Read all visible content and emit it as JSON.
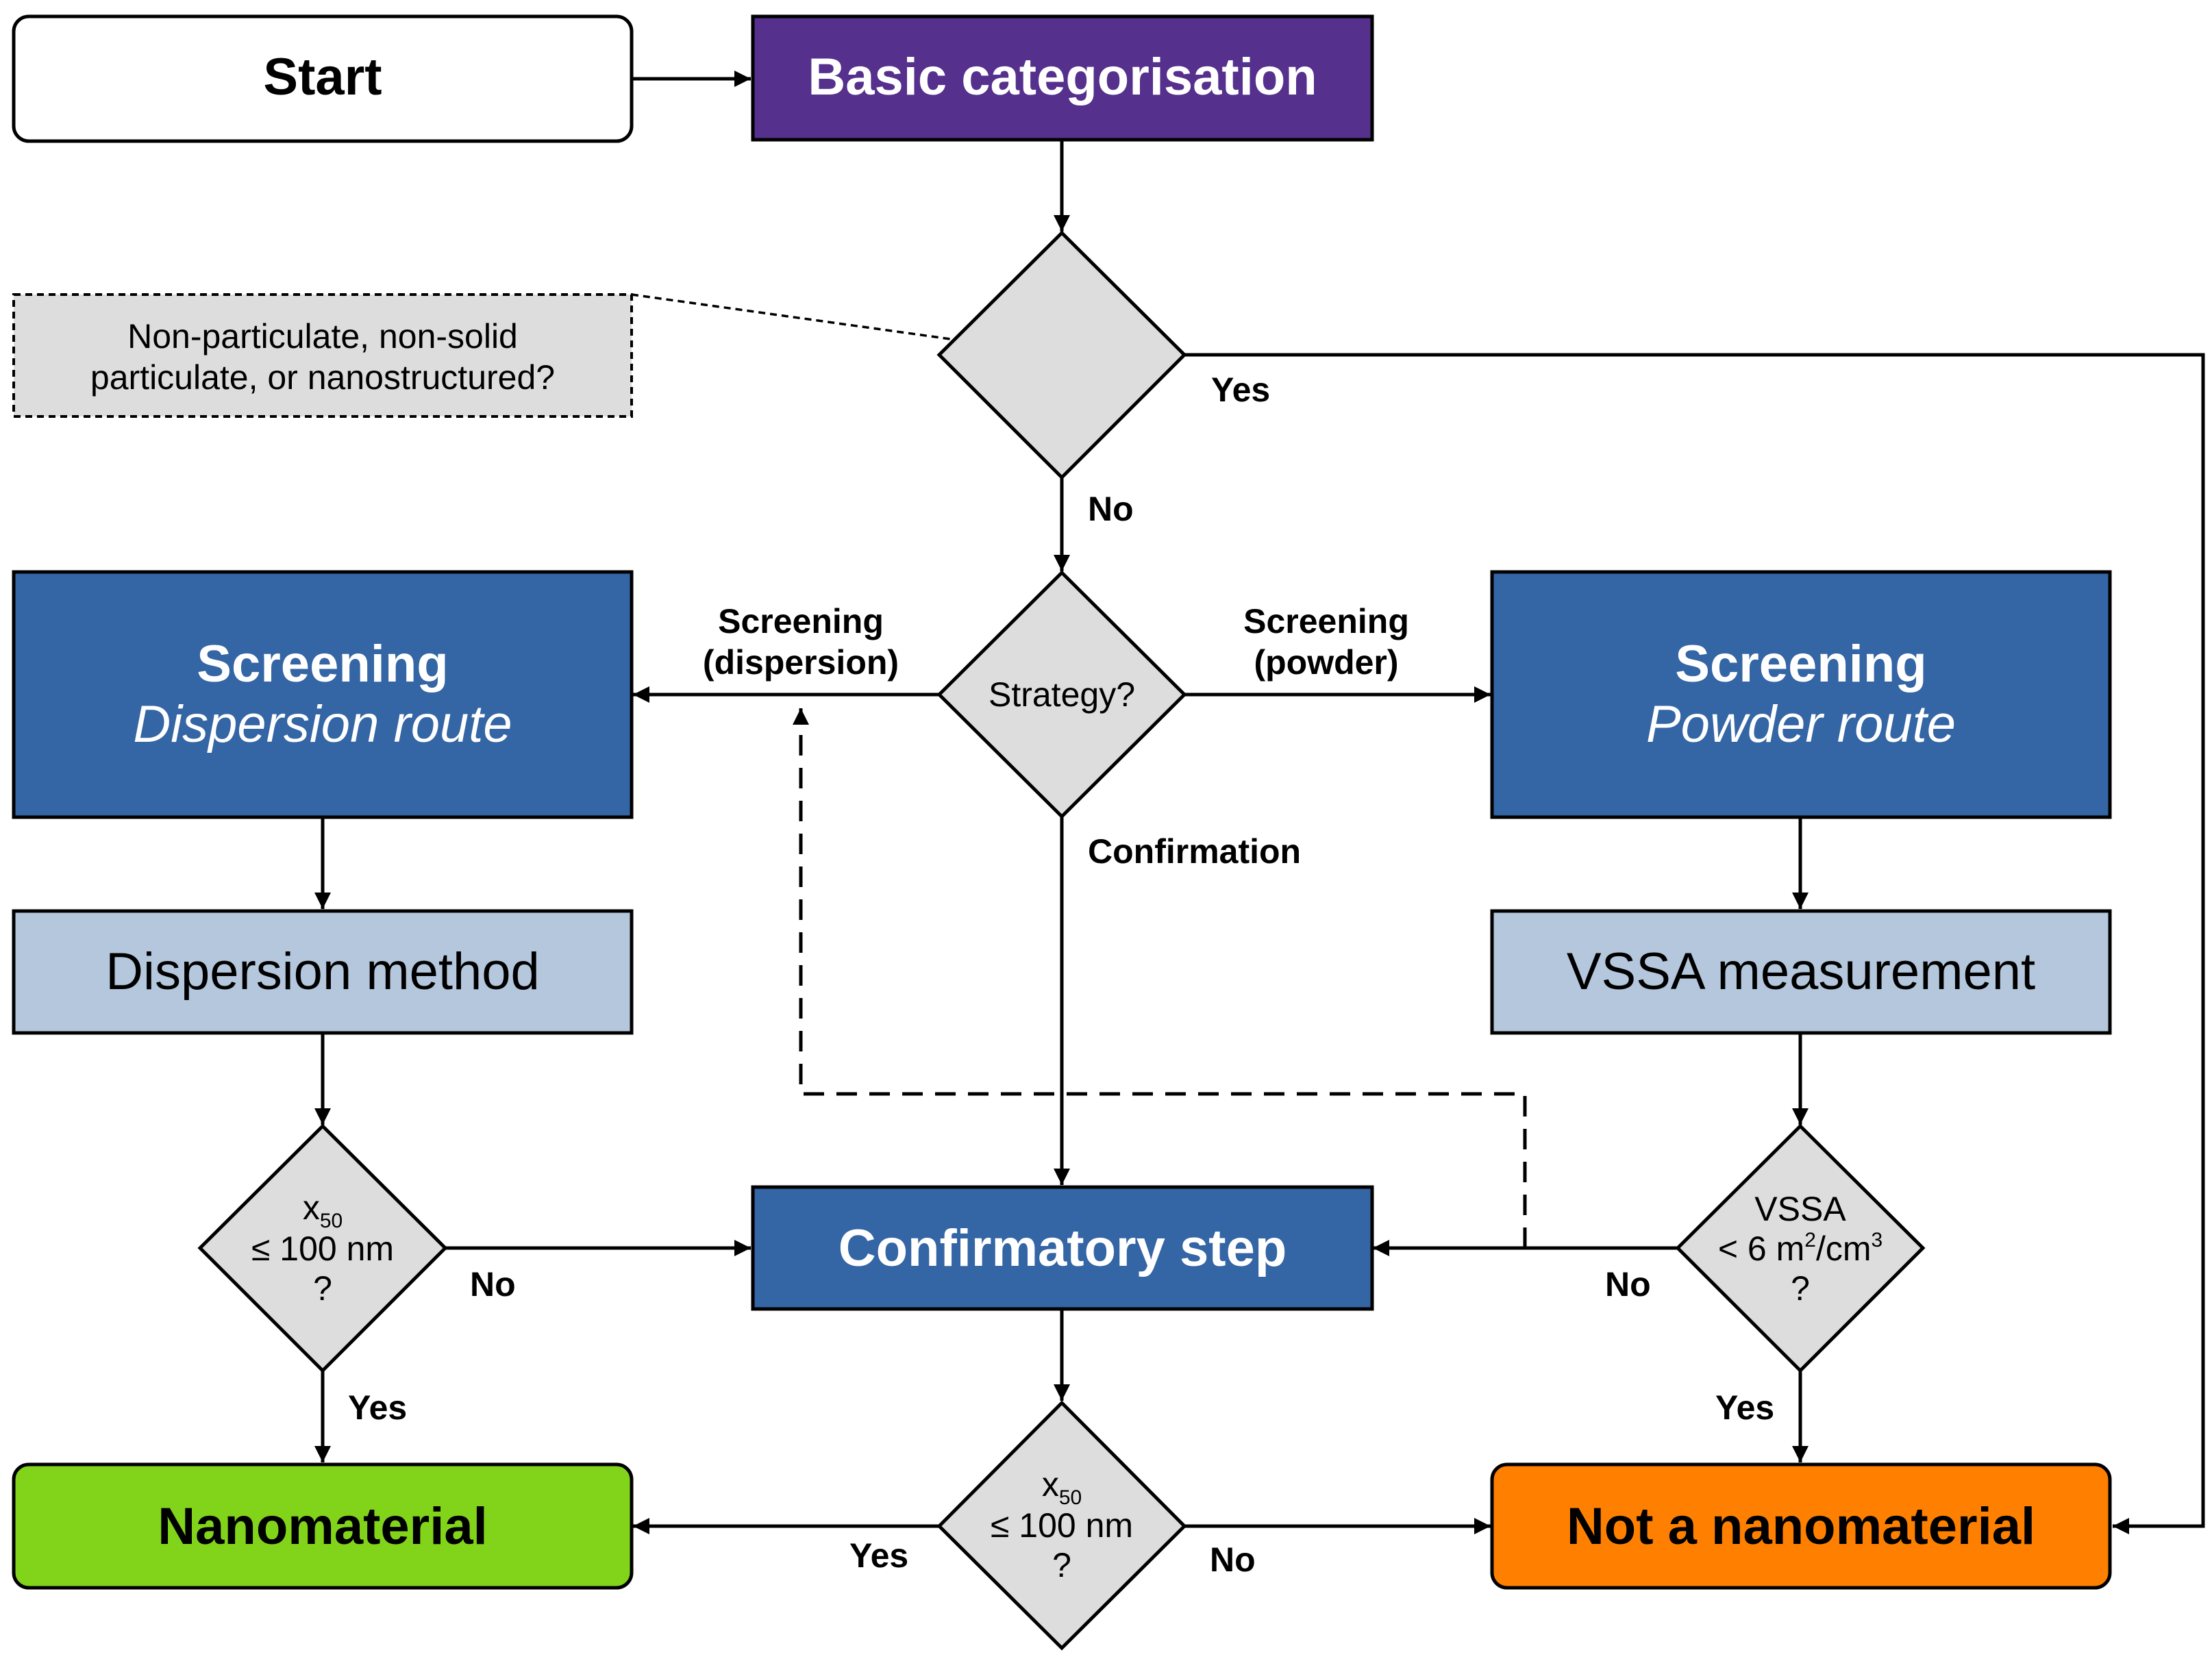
{
  "colors": {
    "purple": "#55308d",
    "blue": "#3465a4",
    "light_blue": "#b4c7dc",
    "gray": "#dddddd",
    "green": "#81d41a",
    "orange": "#ff8000",
    "white": "#ffffff",
    "line": "#000000"
  },
  "nodes": {
    "start": "Start",
    "basic": "Basic categorisation",
    "note": {
      "line1": "Non-particulate, non-solid",
      "line2": "particulate, or nanostructured?"
    },
    "strategy": "Strategy?",
    "screen_disp": {
      "title": "Screening",
      "sub": "Dispersion route"
    },
    "screen_pow": {
      "title": "Screening",
      "sub": "Powder route"
    },
    "disp_method": "Dispersion method",
    "vssa_meas": "VSSA measurement",
    "x50_left": {
      "x": "x",
      "sub": "50",
      "line2": "≤ 100 nm",
      "line3": "?"
    },
    "vssa_q": {
      "line1": "VSSA",
      "line2a": "< 6 m",
      "sup1": "2",
      "line2b": "/cm",
      "sup2": "3",
      "line3": "?"
    },
    "confirm": "Confirmatory step",
    "x50_bottom": {
      "x": "x",
      "sub": "50",
      "line2": "≤ 100 nm",
      "line3": "?"
    },
    "nano": "Nanomaterial",
    "not_nano": "Not a nanomaterial"
  },
  "labels": {
    "yes_top": "Yes",
    "no_top": "No",
    "screening_disp_1": "Screening",
    "screening_disp_2": "(dispersion)",
    "screening_pow_1": "Screening",
    "screening_pow_2": "(powder)",
    "confirmation": "Confirmation",
    "no_left": "No",
    "no_right": "No",
    "yes_left": "Yes",
    "yes_right": "Yes",
    "yes_bottom": "Yes",
    "no_bottom": "No"
  }
}
